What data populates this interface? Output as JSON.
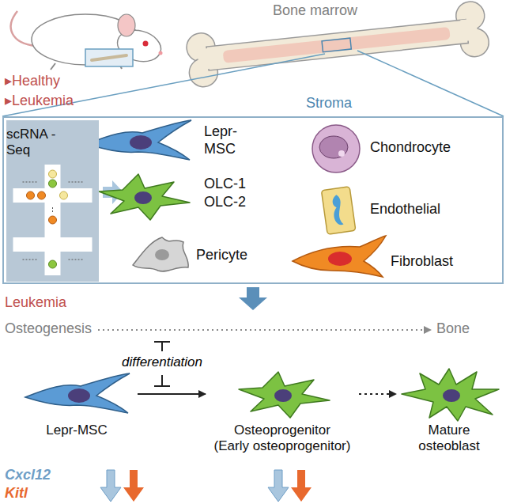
{
  "diagram": {
    "nodes": [
      {
        "text": [
          "Stroma"
        ]
      },
      {
        "text": [
          "scRNA - Seq"
        ],
        "in": 0
      },
      {
        "text": [
          "Lepr-MSC"
        ]
      },
      {
        "text": [
          "Osteoprogenitor",
          "(Early osteoprogenitor)"
        ]
      },
      {
        "text": [
          "Mature osteoblast"
        ]
      }
    ],
    "edges": [
      {
        "from": 2,
        "to": 3,
        "arrow": "to",
        "label": "differentiation"
      },
      {
        "from": 3,
        "to": 4,
        "arrow": "to"
      }
    ],
    "labels": [
      "▸Healthy",
      "▸Leukemia",
      "Bone marrow",
      "Lepr-MSC",
      "OLC-1",
      "OLC-2",
      "Pericyte",
      "Chondrocyte",
      "Endothelial",
      "Fibroblast",
      "Leukemia",
      "Osteogenesis",
      "Bone",
      "Cxcl12",
      "Kitl"
    ]
  }
}
